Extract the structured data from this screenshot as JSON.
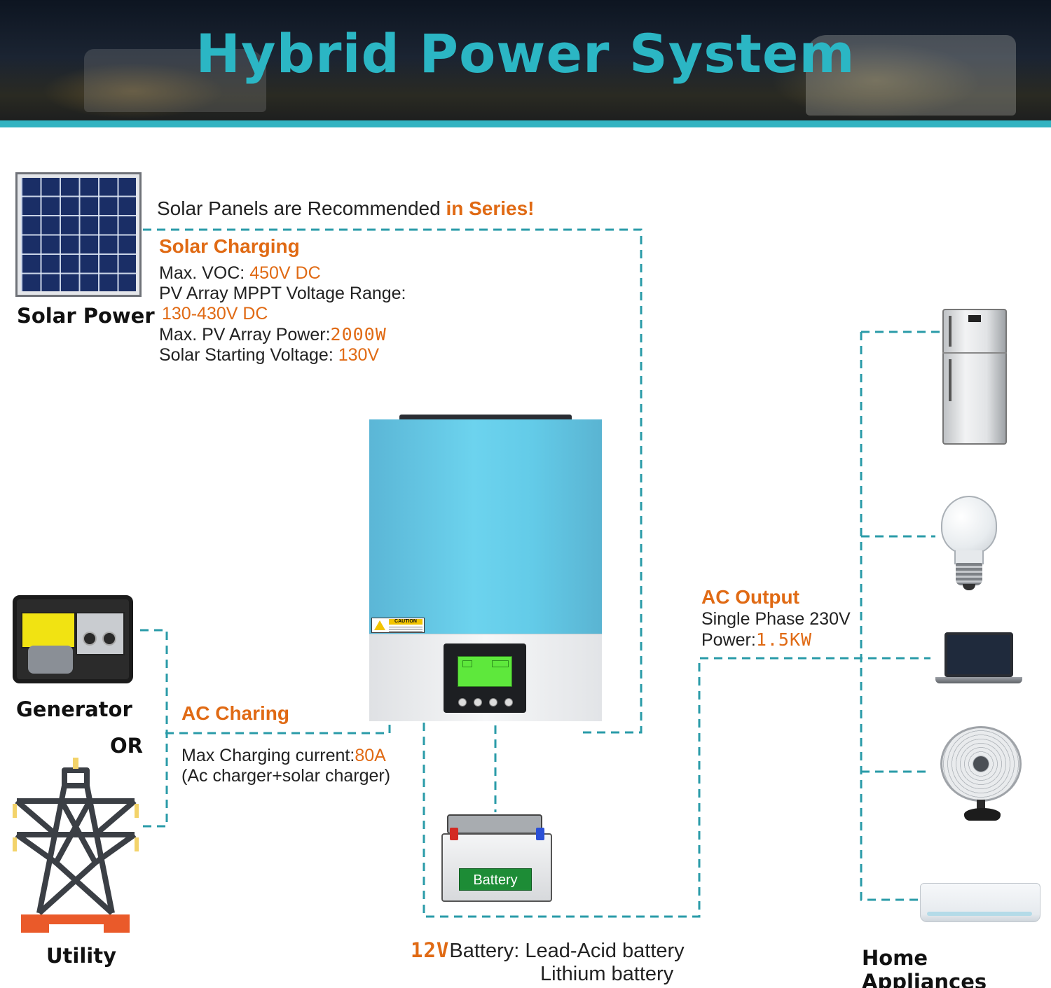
{
  "header": {
    "title": "Hybrid Power System"
  },
  "solar": {
    "label": "Solar Power",
    "note_prefix": "Solar Panels are Recommended ",
    "note_emphasis": "in Series!",
    "heading": "Solar Charging",
    "voc_label": "Max. VOC: ",
    "voc_value": "450V DC",
    "mppt_label": "PV Array MPPT Voltage Range:",
    "mppt_value": "130-430V DC",
    "power_label": "Max. PV Array Power:",
    "power_value": "2000W",
    "start_label": "Solar Starting Voltage: ",
    "start_value": "130V"
  },
  "generator": {
    "label": "Generator",
    "or": "OR"
  },
  "utility": {
    "label": "Utility"
  },
  "ac_charging": {
    "heading": "AC Charing",
    "current_label": "Max Charging current:",
    "current_value": "80A",
    "note": "(Ac charger+solar charger)"
  },
  "inverter": {
    "caution": "CAUTION"
  },
  "battery": {
    "label": "Battery",
    "voltage": "12V",
    "type1": "Battery: Lead-Acid battery",
    "type2": "Lithium battery"
  },
  "ac_output": {
    "heading": "AC Output",
    "phase": "Single Phase 230V",
    "power_label": "Power:",
    "power_value": "1.5KW"
  },
  "appliances": {
    "label": "Home Appliances"
  },
  "colors": {
    "accent": "#2bb6c4",
    "orange": "#e06a14",
    "line": "#2a9ba8"
  }
}
